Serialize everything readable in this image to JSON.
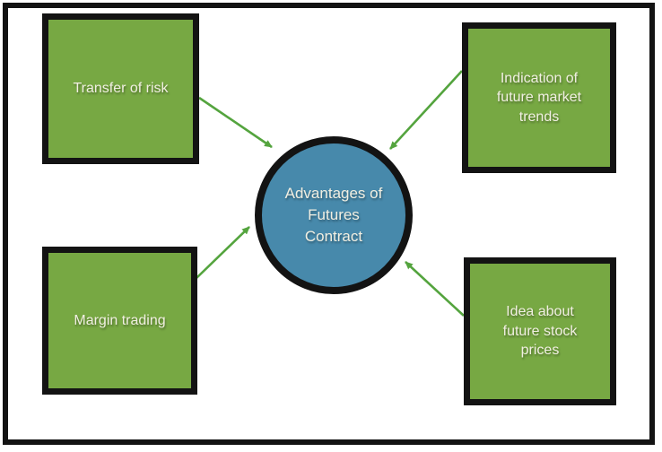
{
  "diagram": {
    "center": {
      "label": "Advantages of\nFutures\nContract"
    },
    "nodes": [
      {
        "id": "transfer-of-risk",
        "label": "Transfer of risk"
      },
      {
        "id": "indication-of-future-market-trends",
        "label": "Indication of\nfuture market\ntrends"
      },
      {
        "id": "margin-trading",
        "label": "Margin trading"
      },
      {
        "id": "idea-about-future-stock-prices",
        "label": "Idea about\nfuture stock\nprices"
      }
    ],
    "arrows": [
      {
        "from": "transfer-of-risk",
        "to": "center"
      },
      {
        "from": "indication-of-future-market-trends",
        "to": "center"
      },
      {
        "from": "margin-trading",
        "to": "center"
      },
      {
        "from": "idea-about-future-stock-prices",
        "to": "center"
      }
    ]
  },
  "colors": {
    "box_fill": "#77a843",
    "box_border": "#131313",
    "circle_fill": "#4789ab",
    "circle_border": "#131313",
    "arrow": "#54a43e",
    "label_text": "#f1efe2",
    "frame": "#131313",
    "page_bg": "#ffffff"
  }
}
